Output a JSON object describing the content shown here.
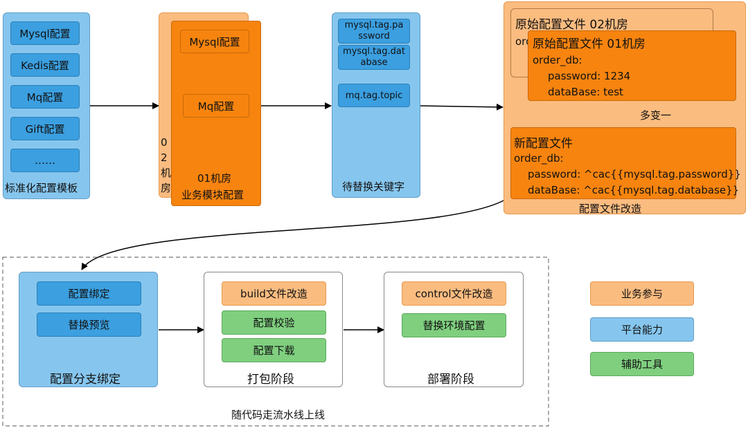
{
  "templates": {
    "label": "标准化配置模板",
    "items": [
      "Mysql配置",
      "Kedis配置",
      "Mq配置",
      "Gift配置",
      "……"
    ]
  },
  "room02_module": {
    "vertical_label": [
      "0",
      "2",
      "机",
      "房"
    ]
  },
  "room01_module": {
    "label_line1": "01机房",
    "label_line2": "业务模块配置",
    "items": [
      "Mysql配置",
      "Mq配置"
    ]
  },
  "keywords": {
    "label": "待替换关键字",
    "items": [
      [
        "mysql.tag.pa",
        "ssword"
      ],
      [
        "mysql.tag.dat",
        "abase"
      ],
      [
        "mq.tag.topic"
      ]
    ]
  },
  "config_transform": {
    "label": "配置文件改造",
    "original_02": {
      "title": "原始配置文件 02机房",
      "partial": "ord"
    },
    "original_01": {
      "title": "原始配置文件 01机房",
      "lines": [
        "order_db:",
        "password: 1234",
        "dataBase: test"
      ]
    },
    "merge_label": "多变一",
    "new_config": {
      "title": "新配置文件",
      "lines": [
        "order_db:",
        "password: ^cac{{mysql.tag.password}}",
        "dataBase: ^cac{{mysql.tag.database}}"
      ]
    }
  },
  "pipeline": {
    "label": "随代码走流水线上线",
    "branch": {
      "label": "配置分支绑定",
      "items": [
        "配置绑定",
        "替换预览"
      ]
    },
    "package": {
      "label": "打包阶段",
      "items": [
        "build文件改造",
        "配置校验",
        "配置下载"
      ]
    },
    "deploy": {
      "label": "部署阶段",
      "items": [
        "control文件改造",
        "替换环境配置"
      ]
    }
  },
  "legend": {
    "business": "业务参与",
    "platform": "平台能力",
    "tools": "辅助工具"
  },
  "colors": {
    "platform_blue": "#86c6ee",
    "item_blue": "#3b9fe0",
    "business_orange": "#fbbc80",
    "module_orange": "#f7840f",
    "tool_green": "#7fcf7f"
  }
}
